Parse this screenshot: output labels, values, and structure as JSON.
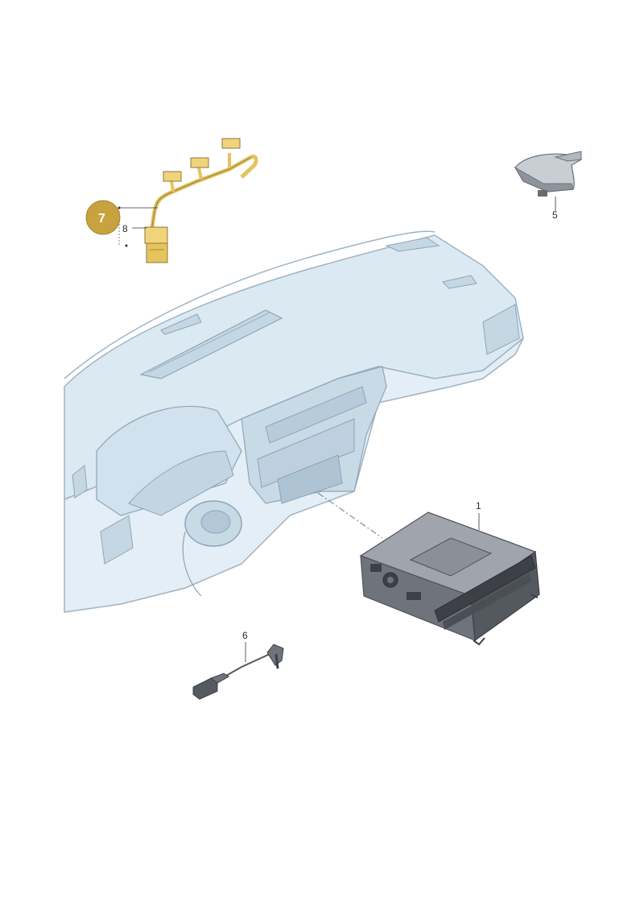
{
  "diagram": {
    "callouts": {
      "part_1": "1",
      "part_5": "5",
      "part_6": "6",
      "part_7": "7",
      "part_8": "8"
    },
    "colors": {
      "dashboard_fill": "#dbe9f3",
      "dashboard_stroke": "#9fb3c3",
      "harness_highlight": "#e5c35d",
      "badge": "#c8a23e",
      "radio_body": "#5c5f66",
      "label_text": "#2a2a2a"
    },
    "icons": [
      "antenna-icon",
      "wiring-harness-icon",
      "radio-unit-icon",
      "antenna-cable-icon"
    ]
  }
}
